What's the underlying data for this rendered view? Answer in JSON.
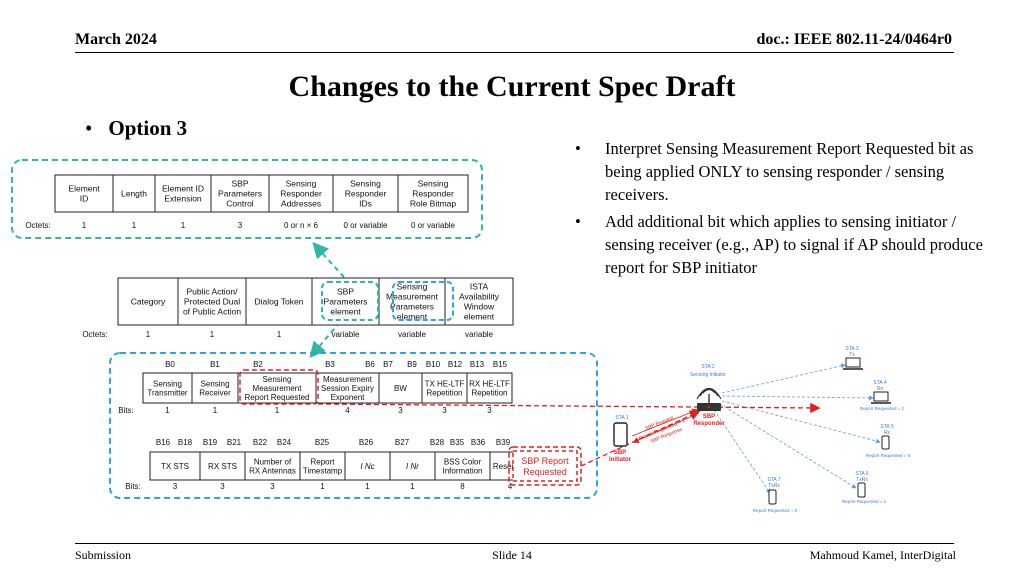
{
  "header": {
    "date": "March 2024",
    "doc": "doc.: IEEE 802.11-24/0464r0"
  },
  "title": "Changes to the Current Spec Draft",
  "option": "Option 3",
  "bullets": [
    "Interpret Sensing Measurement Report Requested bit as being applied ONLY to sensing responder / sensing receivers.",
    "Add additional bit which applies to sensing initiator / sensing receiver (e.g., AP) to signal if AP should produce report for SBP initiator"
  ],
  "sbp_element": {
    "fields": [
      [
        "Element",
        "ID"
      ],
      [
        "Length"
      ],
      [
        "Element ID",
        "Extension"
      ],
      [
        "SBP",
        "Parameters",
        "Control"
      ],
      [
        "Sensing",
        "Responder",
        "Addresses"
      ],
      [
        "Sensing",
        "Responder",
        "IDs"
      ],
      [
        "Sensing",
        "Responder",
        "Role Bitmap"
      ]
    ],
    "octets_label": "Octets:",
    "octets": [
      "1",
      "1",
      "1",
      "3",
      "0 or n × 6",
      "0 or variable",
      "0 or variable"
    ]
  },
  "frame": {
    "fields": [
      [
        "Category"
      ],
      [
        "Public Action/",
        "Protected Dual",
        "of Public Action"
      ],
      [
        "Dialog Token"
      ],
      [
        "SBP",
        "Parameters",
        "element"
      ],
      [
        "Sensing",
        "Measurement",
        "Parameters",
        "element"
      ],
      [
        "ISTA",
        "Availability",
        "Window",
        "element"
      ]
    ],
    "octets_label": "Octets:",
    "octets": [
      "1",
      "1",
      "1",
      "variable",
      "variable",
      "variable"
    ]
  },
  "control_row1": {
    "bit_positions": [
      "B0",
      "B1",
      "B2",
      "B3",
      "B6",
      "B7",
      "B9",
      "B10",
      "B12",
      "B13",
      "B15"
    ],
    "fields": [
      [
        "Sensing",
        "Transmitter"
      ],
      [
        "Sensing",
        "Receiver"
      ],
      [
        "Sensing",
        "Measurement",
        "Report Requested"
      ],
      [
        "Measurement",
        "Session Expiry",
        "Exponent"
      ],
      [
        "BW"
      ],
      [
        "TX HE-LTF",
        "Repetition"
      ],
      [
        "RX HE-LTF",
        "Repetition"
      ]
    ],
    "bits_label": "Bits:",
    "bits": [
      "1",
      "1",
      "1",
      "4",
      "3",
      "3",
      "3"
    ]
  },
  "control_row2": {
    "bit_positions": [
      "B16",
      "B18",
      "B19",
      "B21",
      "B22",
      "B24",
      "B25",
      "B26",
      "B27",
      "B28",
      "B35",
      "B36",
      "B39"
    ],
    "fields": [
      [
        "TX STS"
      ],
      [
        "RX STS"
      ],
      [
        "Number of",
        "RX Antennas"
      ],
      [
        "Report",
        "Timestamp"
      ],
      [
        "I_Nc"
      ],
      [
        "I_Nr"
      ],
      [
        "BSS Color",
        "Information"
      ],
      [
        "Reserved"
      ]
    ],
    "new_field": [
      "SBP Report",
      "Requested"
    ],
    "bits_label": "Bits:",
    "bits": [
      "3",
      "3",
      "3",
      "1",
      "1",
      "1",
      "8",
      "4"
    ]
  },
  "network": {
    "sta2_label": [
      "STA 2",
      "Sensing Initiator"
    ],
    "ap_label": [
      "SBP",
      "Responder"
    ],
    "sta1_label": [
      "STA 1"
    ],
    "initiator_label": [
      "SBP",
      "Initiator"
    ],
    "msg_labels": [
      "SBP Request",
      "Report Requested = 1",
      "SBP Response"
    ],
    "sta3_label": [
      "STA 3",
      "Tx"
    ],
    "sta4_label": [
      "STA 4",
      "Rx"
    ],
    "sta4_report": "Report Requested = 1",
    "sta5_label": [
      "STA 5",
      "Rx"
    ],
    "sta5_report": "Report Requested = 0",
    "sta6_label": [
      "STA 6",
      "TxRx"
    ],
    "sta6_report": "Report Requested = 1",
    "sta7_label": [
      "STA 7",
      "TxRx"
    ],
    "sta7_report": "Report Requested = 0"
  },
  "footer": {
    "left": "Submission",
    "center": "Slide 14",
    "right": "Mahmoud Kamel, InterDigital"
  },
  "colors": {
    "teal_dash": "#2fb6a6",
    "blue_dash": "#2aa6d8",
    "red": "#e02020",
    "network_blue": "#3b7fd0",
    "network_line": "#5aa0e0"
  }
}
